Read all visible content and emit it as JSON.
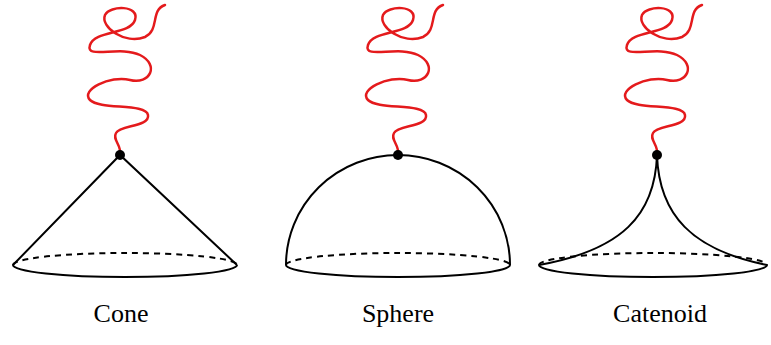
{
  "diagram": {
    "labels": [
      "Cone",
      "Sphere",
      "Catenoid"
    ]
  }
}
